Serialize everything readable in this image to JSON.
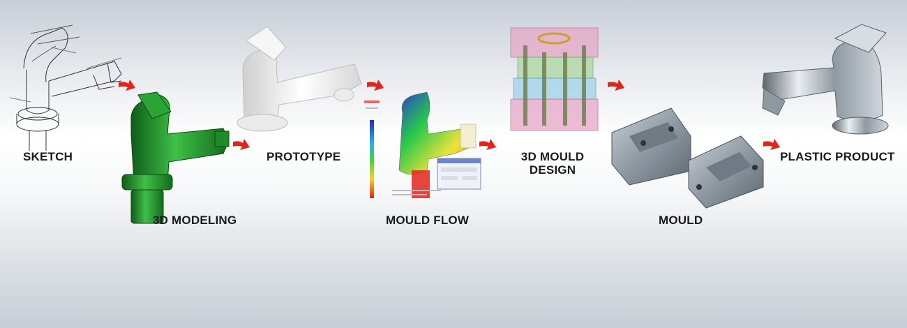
{
  "steps": [
    {
      "id": "sketch",
      "label": "SKETCH"
    },
    {
      "id": "modeling",
      "label": "3D MODELING"
    },
    {
      "id": "prototype",
      "label": "PROTOTYPE"
    },
    {
      "id": "flow",
      "label": "MOULD FLOW"
    },
    {
      "id": "design",
      "label_line1": "3D MOULD",
      "label_line2": "DESIGN"
    },
    {
      "id": "mould",
      "label": "MOULD"
    },
    {
      "id": "product",
      "label": "PLASTIC PRODUCT"
    }
  ],
  "icons": [
    "faucet-sketch",
    "faucet-green",
    "faucet-white",
    "faucet-flow",
    "mould-assembly",
    "mould-halves",
    "faucet-chrome",
    "arrow-right"
  ],
  "colors": {
    "arrow": "#e0261b",
    "green": "#1f8a2a",
    "chrome": "#9aa4ad",
    "background_top": "#c7ced6",
    "background_mid": "#ffffff"
  }
}
